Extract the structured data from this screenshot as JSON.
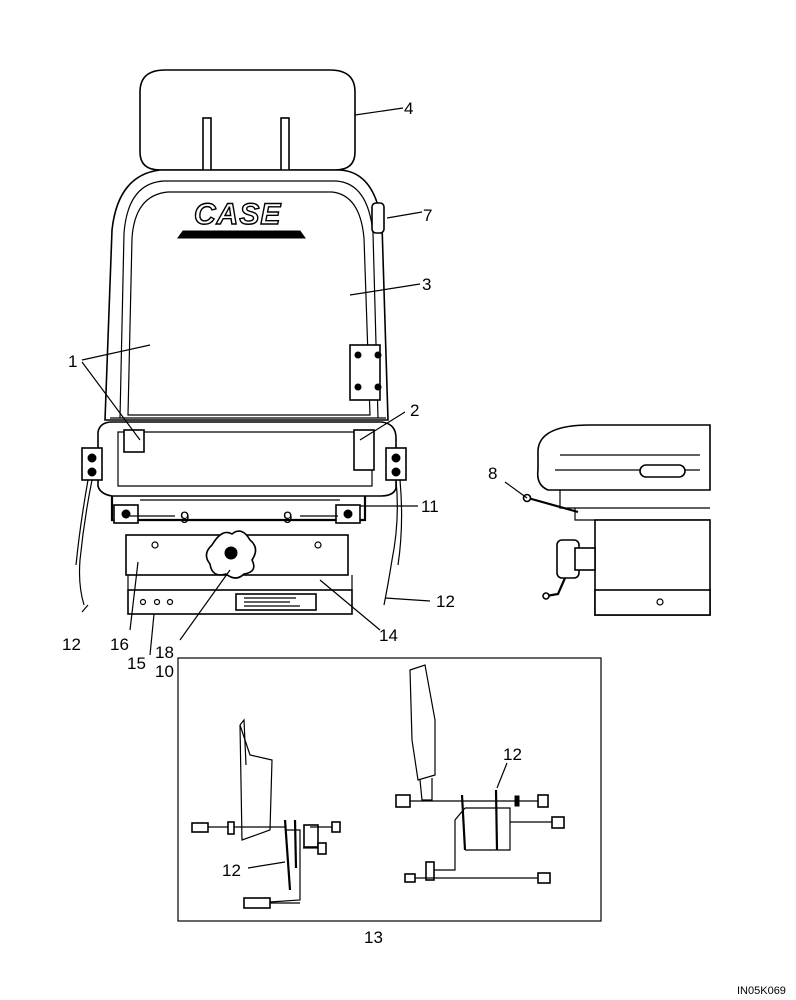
{
  "labels": {
    "l1": "1",
    "l2": "2",
    "l3": "3",
    "l4": "4",
    "l7": "7",
    "l8": "8",
    "l9a": "9",
    "l9b": "9",
    "l10": "10",
    "l11": "11",
    "l12a": "12",
    "l12b": "12",
    "l12c": "12",
    "l12d": "12",
    "l13": "13",
    "l14": "14",
    "l15": "15",
    "l16": "16",
    "l18": "18"
  },
  "logo_text": "CASE",
  "drawing_ref": "IN05K069"
}
